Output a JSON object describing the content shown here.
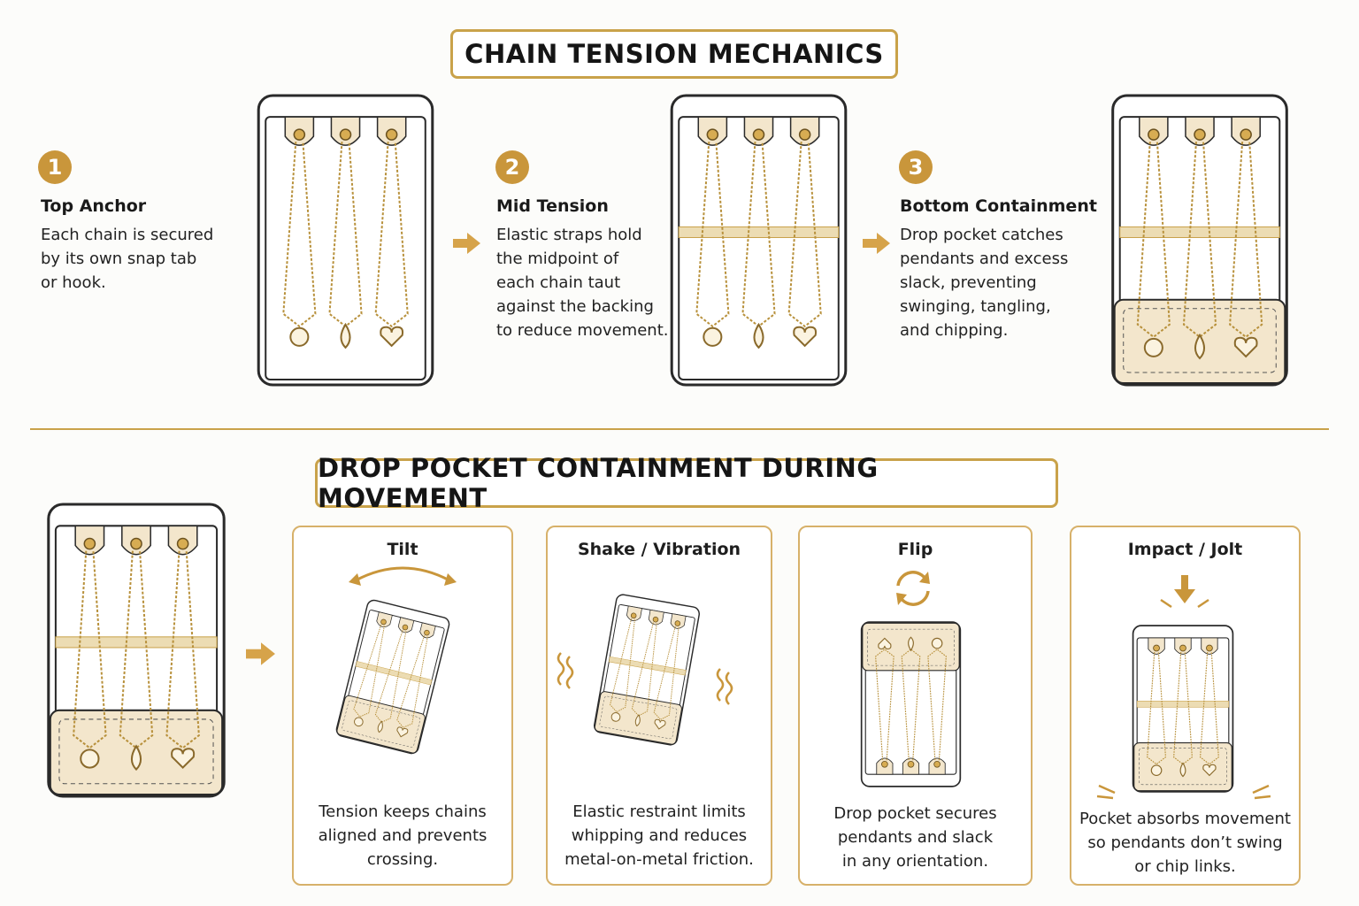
{
  "top": {
    "title": "CHAIN TENSION MECHANICS",
    "steps": [
      {
        "number": "1",
        "title": "Top Anchor",
        "lines": [
          "Each chain is secured",
          "by its own snap tab",
          "or hook."
        ]
      },
      {
        "number": "2",
        "title": "Mid Tension",
        "lines": [
          "Elastic straps hold",
          "the midpoint of",
          "each chain taut",
          "against the backing",
          "to reduce movement."
        ]
      },
      {
        "number": "3",
        "title": "Bottom Containment",
        "lines": [
          "Drop pocket catches",
          "pendants and excess",
          "slack, preventing",
          "swinging, tangling,",
          "and chipping."
        ]
      }
    ]
  },
  "bottom": {
    "title": "DROP  POCKET CONTAINMENT DURING MOVEMENT",
    "cards": [
      {
        "title": "Tilt",
        "lines": [
          "Tension keeps chains",
          "aligned and prevents",
          "crossing."
        ]
      },
      {
        "title": "Shake / Vibration",
        "lines": [
          "Elastic restraint limits",
          "whipping and reduces",
          "metal-on-metal friction."
        ]
      },
      {
        "title": "Flip",
        "lines": [
          "Drop pocket secures",
          "pendants and slack",
          "in any orientation."
        ]
      },
      {
        "title": "Impact / Jolt",
        "lines": [
          "Pocket absorbs movement",
          "so pendants don’t swing",
          "or chip links."
        ]
      }
    ]
  },
  "colors": {
    "gold": "#c9963b",
    "chain": "#b8913c",
    "pocket": "#f3e6cc",
    "strap": "#ecdcb3",
    "outline": "#2a2a2a"
  },
  "icons": [
    "arrow-right-icon",
    "tilt-arc-arrow-icon",
    "vibration-wave-icon",
    "flip-cycle-icon",
    "impact-down-arrow-icon",
    "snap-tab-icon",
    "round-pendant-icon",
    "drop-pendant-icon",
    "heart-pendant-icon"
  ]
}
